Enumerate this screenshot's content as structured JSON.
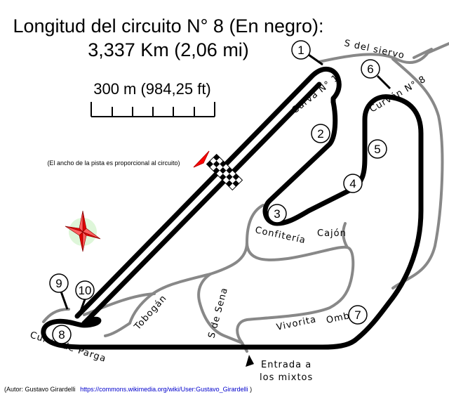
{
  "title": {
    "line1": "Longitud del circuito N° 8 (En negro):",
    "line2": "3,337 Km (2,06 mi)"
  },
  "scale": {
    "label": "300 m (984,25 ft)"
  },
  "note": "(El ancho de la pista es proporcional al circuito)",
  "labels": {
    "s_del_siervo": "S del siervo",
    "curva_n1": "Curva N° 1",
    "curvon_n8": "Curvón N° 8",
    "confiteria": "Confitería",
    "cajon": "Cajón",
    "tobogan": "Tobogán",
    "s_de_sena": "S de Sena",
    "vivorita": "Vivorita",
    "ombu": "Ombú",
    "curva_de_parga": "Curva de Parga",
    "entrada_line1": "Entrada a",
    "entrada_line2": "los mixtos"
  },
  "turns": [
    "1",
    "2",
    "3",
    "4",
    "5",
    "6",
    "7",
    "8",
    "9",
    "10"
  ],
  "credit": {
    "author": "(Autor: Gustavo Girardelli",
    "link": "https://commons.wikimedia.org/wiki/User:Gustavo_Girardelli",
    "close": ")"
  },
  "colors": {
    "circuit": "#000000",
    "other_track": "#888888",
    "compass": "#e00000",
    "start_arrow": "#ff0000"
  }
}
